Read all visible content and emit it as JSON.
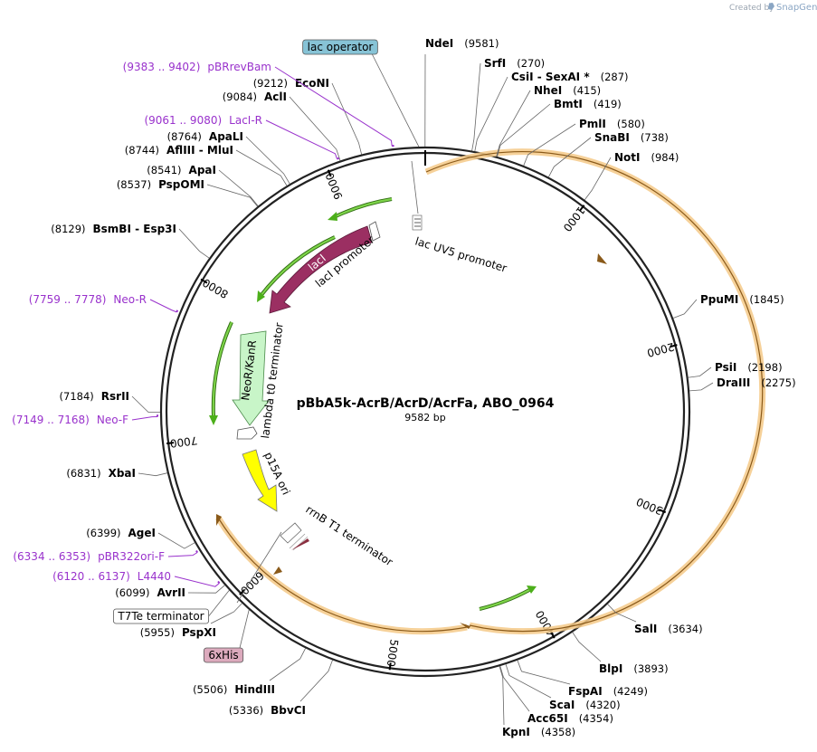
{
  "watermark": {
    "prefix": "Created by",
    "brand": "SnapGene"
  },
  "plasmid": {
    "name": "pBbA5k-AcrB/AcrD/AcrFa, ABO_0964",
    "size_label": "9582 bp",
    "length": 9582
  },
  "colors": {
    "backbone": "#222222",
    "primer": "#9932cc",
    "orf_fill": "#f5c987",
    "orf_line": "#8a5a1a",
    "green_arrow": "#4caf1a",
    "lacI": "#9b2f62",
    "kanR": "#c8f5c8",
    "p15A": "#ffff00",
    "lac_operator_box": "#87c3d6",
    "his_box": "#dcaabd"
  },
  "ticks": [
    {
      "label": "1000",
      "bp": 1000
    },
    {
      "label": "2000",
      "bp": 2000
    },
    {
      "label": "3000",
      "bp": 3000
    },
    {
      "label": "4000",
      "bp": 4000
    },
    {
      "label": "5000",
      "bp": 5000
    },
    {
      "label": "6000",
      "bp": 6000
    },
    {
      "label": "7000",
      "bp": 7000
    },
    {
      "label": "8000",
      "bp": 8000
    },
    {
      "label": "9000",
      "bp": 9000
    }
  ],
  "enzymes": [
    {
      "name": "NdeI",
      "pos": "(9581)",
      "bp": 9581
    },
    {
      "name": "SrfI",
      "pos": "(270)",
      "bp": 270
    },
    {
      "name": "CsiI  -  SexAI *",
      "pos": "(287)",
      "bp": 287
    },
    {
      "name": "NheI",
      "pos": "(415)",
      "bp": 415
    },
    {
      "name": "BmtI",
      "pos": "(419)",
      "bp": 419
    },
    {
      "name": "PmlI",
      "pos": "(580)",
      "bp": 580
    },
    {
      "name": "SnaBI",
      "pos": "(738)",
      "bp": 738
    },
    {
      "name": "NotI",
      "pos": "(984)",
      "bp": 984
    },
    {
      "name": "PpuMI",
      "pos": "(1845)",
      "bp": 1845
    },
    {
      "name": "PsiI",
      "pos": "(2198)",
      "bp": 2198
    },
    {
      "name": "DraIII",
      "pos": "(2275)",
      "bp": 2275
    },
    {
      "name": "SalI",
      "pos": "(3634)",
      "bp": 3634
    },
    {
      "name": "BlpI",
      "pos": "(3893)",
      "bp": 3893
    },
    {
      "name": "FspAI",
      "pos": "(4249)",
      "bp": 4249
    },
    {
      "name": "ScaI",
      "pos": "(4320)",
      "bp": 4320
    },
    {
      "name": "Acc65I",
      "pos": "(4354)",
      "bp": 4354
    },
    {
      "name": "KpnI",
      "pos": "(4358)",
      "bp": 4358
    },
    {
      "name": "BbvCI",
      "pos": "(5336)",
      "bp": 5336
    },
    {
      "name": "HindIII",
      "pos": "(5506)",
      "bp": 5506
    },
    {
      "name": "PspXI",
      "pos": "(5955)",
      "bp": 5955
    },
    {
      "name": "AvrII",
      "pos": "(6099)",
      "bp": 6099
    },
    {
      "name": "AgeI",
      "pos": "(6399)",
      "bp": 6399
    },
    {
      "name": "XbaI",
      "pos": "(6831)",
      "bp": 6831
    },
    {
      "name": "RsrII",
      "pos": "(7184)",
      "bp": 7184
    },
    {
      "name": "BsmBI  -  Esp3I",
      "pos": "(8129)",
      "bp": 8129
    },
    {
      "name": "PspOMI",
      "pos": "(8537)",
      "bp": 8537
    },
    {
      "name": "ApaI",
      "pos": "(8541)",
      "bp": 8541
    },
    {
      "name": "AflIII  -  MluI",
      "pos": "(8744)",
      "bp": 8744
    },
    {
      "name": "ApaLI",
      "pos": "(8764)",
      "bp": 8764
    },
    {
      "name": "AclI",
      "pos": "(9084)",
      "bp": 9084
    },
    {
      "name": "EcoNI",
      "pos": "(9212)",
      "bp": 9212
    }
  ],
  "primers": [
    {
      "range": "(9383 .. 9402)",
      "name": "pBRrevBam",
      "bp": 9392
    },
    {
      "range": "(9061 .. 9080)",
      "name": "LacI-R",
      "bp": 9070
    },
    {
      "range": "(7759 .. 7778)",
      "name": "Neo-R",
      "bp": 7768
    },
    {
      "range": "(7149 .. 7168)",
      "name": "Neo-F",
      "bp": 7158
    },
    {
      "range": "(6334 .. 6353)",
      "name": "pBR322ori-F",
      "bp": 6343
    },
    {
      "range": "(6120 .. 6137)",
      "name": "L4440",
      "bp": 6128
    }
  ],
  "boxed_features": [
    {
      "name": "lac operator",
      "bp": 9545
    },
    {
      "name": "T7Te terminator",
      "bp": 6060
    },
    {
      "name": "6xHis",
      "bp": 5900
    }
  ],
  "features": {
    "lacUV5": "lac UV5 promoter",
    "lacI_promoter": "lacI promoter",
    "lacI": "lacI",
    "kanR": "NeoR/KanR",
    "lambda_t0": "lambda t0 terminator",
    "p15A": "p15A ori",
    "rrnB": "rrnB T1 terminator"
  }
}
